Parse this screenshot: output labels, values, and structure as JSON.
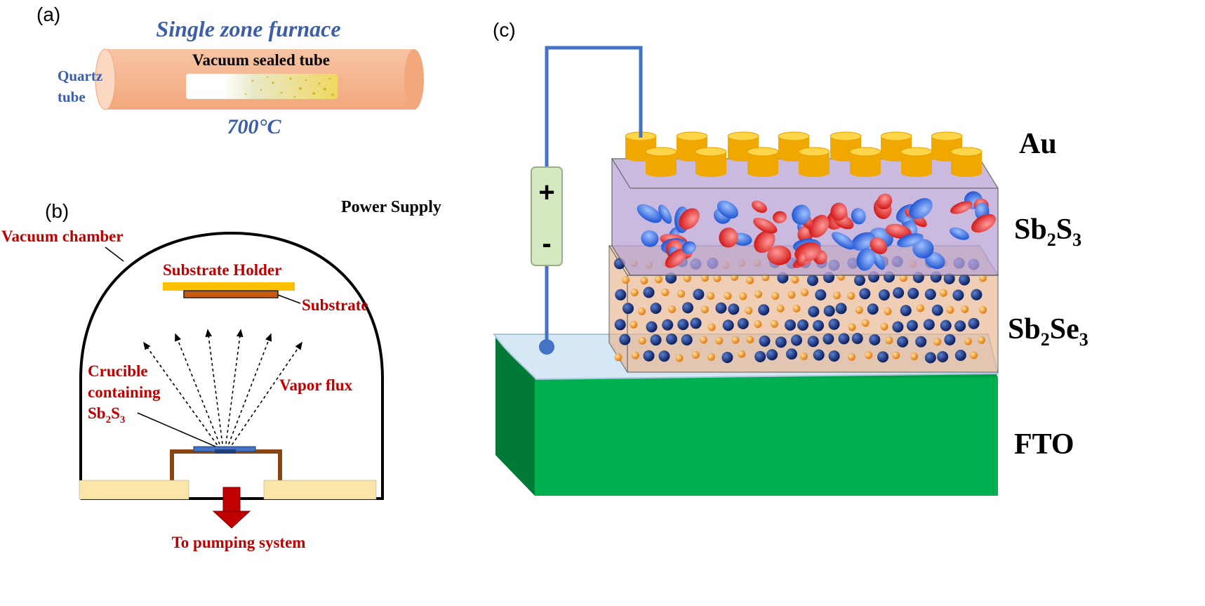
{
  "panels": {
    "a": {
      "letter": "(a)",
      "title": "Single zone furnace",
      "tube_label_line1": "Quartz",
      "tube_label_line2": "tube",
      "inner_label": "Vacuum sealed tube",
      "temperature": "700°C"
    },
    "b": {
      "letter": "(b)",
      "vacuum_chamber": "Vacuum chamber",
      "substrate_holder": "Substrate Holder",
      "substrate": "Substrate",
      "crucible_line1": "Crucible",
      "crucible_line2": "containing",
      "crucible_line3_main": "Sb",
      "crucible_line3_sub1": "2",
      "crucible_line3_mid": "S",
      "crucible_line3_sub2": "3",
      "vapor_flux": "Vapor flux",
      "pumping": "To pumping system"
    },
    "c": {
      "letter": "(c)",
      "power_supply": "Power Supply",
      "plus": "+",
      "minus": "-",
      "layers": {
        "au": "Au",
        "sb2s3_main": "Sb",
        "sb2s3_sub1": "2",
        "sb2s3_mid": "S",
        "sb2s3_sub2": "3",
        "sb2se3_main": "Sb",
        "sb2se3_sub1": "2",
        "sb2se3_mid": "Se",
        "sb2se3_sub2": "3",
        "fto": "FTO"
      }
    }
  },
  "colors": {
    "blue_text": "#3b5ea8",
    "red_text": "#c00000",
    "tube": "#f3b089",
    "holder": "#ffc000",
    "substrate": "#c55a11",
    "base": "#fbe5a8",
    "crucible": "#8b4513",
    "wire": "#4472c4",
    "battery": "#d5e8c0",
    "fto": "#00b050",
    "glass": "#d6e8f5",
    "sb2s3_layer": "#b9a4d6",
    "sb2se3_layer": "#e9b48f",
    "gold": "#ffc000"
  }
}
